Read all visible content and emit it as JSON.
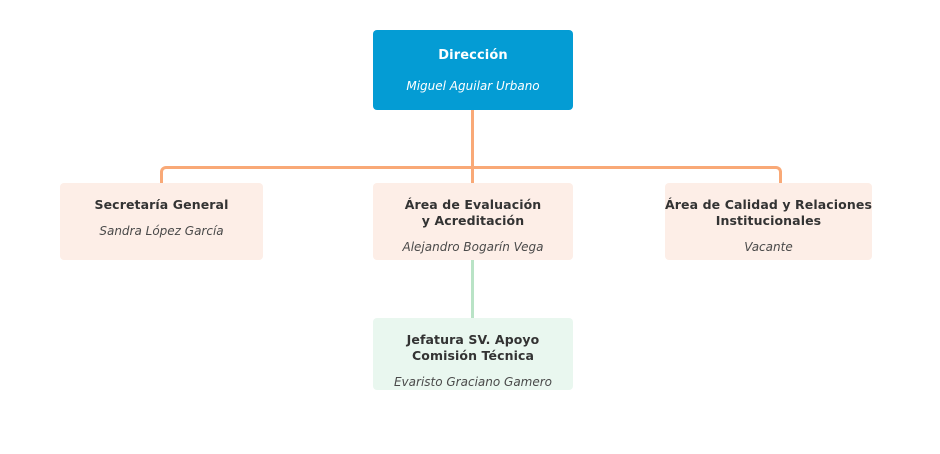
{
  "colors": {
    "canvas": "#ffffff",
    "root_box": "#049cd4",
    "root_text": "#ffffff",
    "branch_box": "#fdeee7",
    "leaf_box": "#e9f7ef",
    "title_text": "#333333",
    "person_text": "#4a4a4a",
    "connector_orange": "#f9a977",
    "connector_green": "#b9e3c6"
  },
  "chart_data": {
    "type": "diagram",
    "diagram_type": "organizational-chart",
    "title": "",
    "levels": 3,
    "nodes": [
      {
        "id": "direccion",
        "level": 1,
        "title": "Dirección",
        "person": "Miguel Aguilar Urbano",
        "style": "root",
        "parent": null
      },
      {
        "id": "secretaria-general",
        "level": 2,
        "title": "Secretaría General",
        "person": "Sandra López García",
        "style": "branch",
        "parent": "direccion"
      },
      {
        "id": "area-evaluacion",
        "level": 2,
        "title": "Área de Evaluación\ny Acreditación",
        "person": "Alejandro Bogarín Vega",
        "style": "branch",
        "parent": "direccion"
      },
      {
        "id": "area-calidad",
        "level": 2,
        "title": "Área de Calidad y Relaciones\nInstitucionales",
        "person": "Vacante",
        "style": "branch",
        "parent": "direccion"
      },
      {
        "id": "jefatura-apoyo",
        "level": 3,
        "title": "Jefatura SV. Apoyo\nComisión Técnica",
        "person": "Evaristo Graciano Gamero",
        "style": "leaf",
        "parent": "area-evaluacion"
      }
    ],
    "edges": [
      {
        "from": "direccion",
        "to": "secretaria-general",
        "color": "#f9a977"
      },
      {
        "from": "direccion",
        "to": "area-evaluacion",
        "color": "#f9a977"
      },
      {
        "from": "direccion",
        "to": "area-calidad",
        "color": "#f9a977"
      },
      {
        "from": "area-evaluacion",
        "to": "jefatura-apoyo",
        "color": "#b9e3c6"
      }
    ]
  }
}
